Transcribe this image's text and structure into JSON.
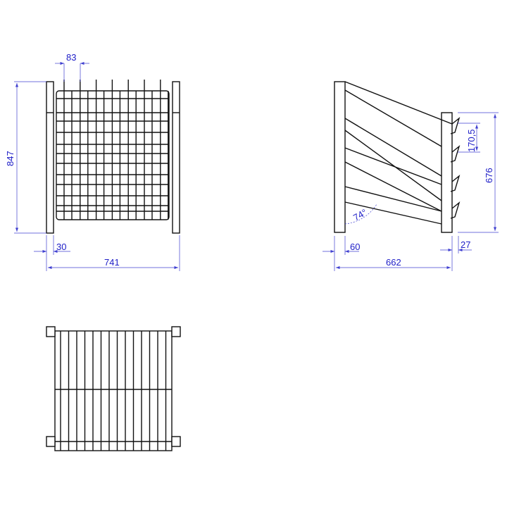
{
  "drawing": {
    "front_view": {
      "wire_spacing": "83",
      "height": "847",
      "post_width": "30",
      "total_width": "741"
    },
    "side_view": {
      "shelf_spacing": "170,5",
      "rear_height": "676",
      "front_post": "60",
      "rear_offset": "27",
      "total_depth": "662",
      "angle": "74°"
    },
    "colors": {
      "lines": "#111111",
      "dimensions": "#2020c8"
    }
  }
}
